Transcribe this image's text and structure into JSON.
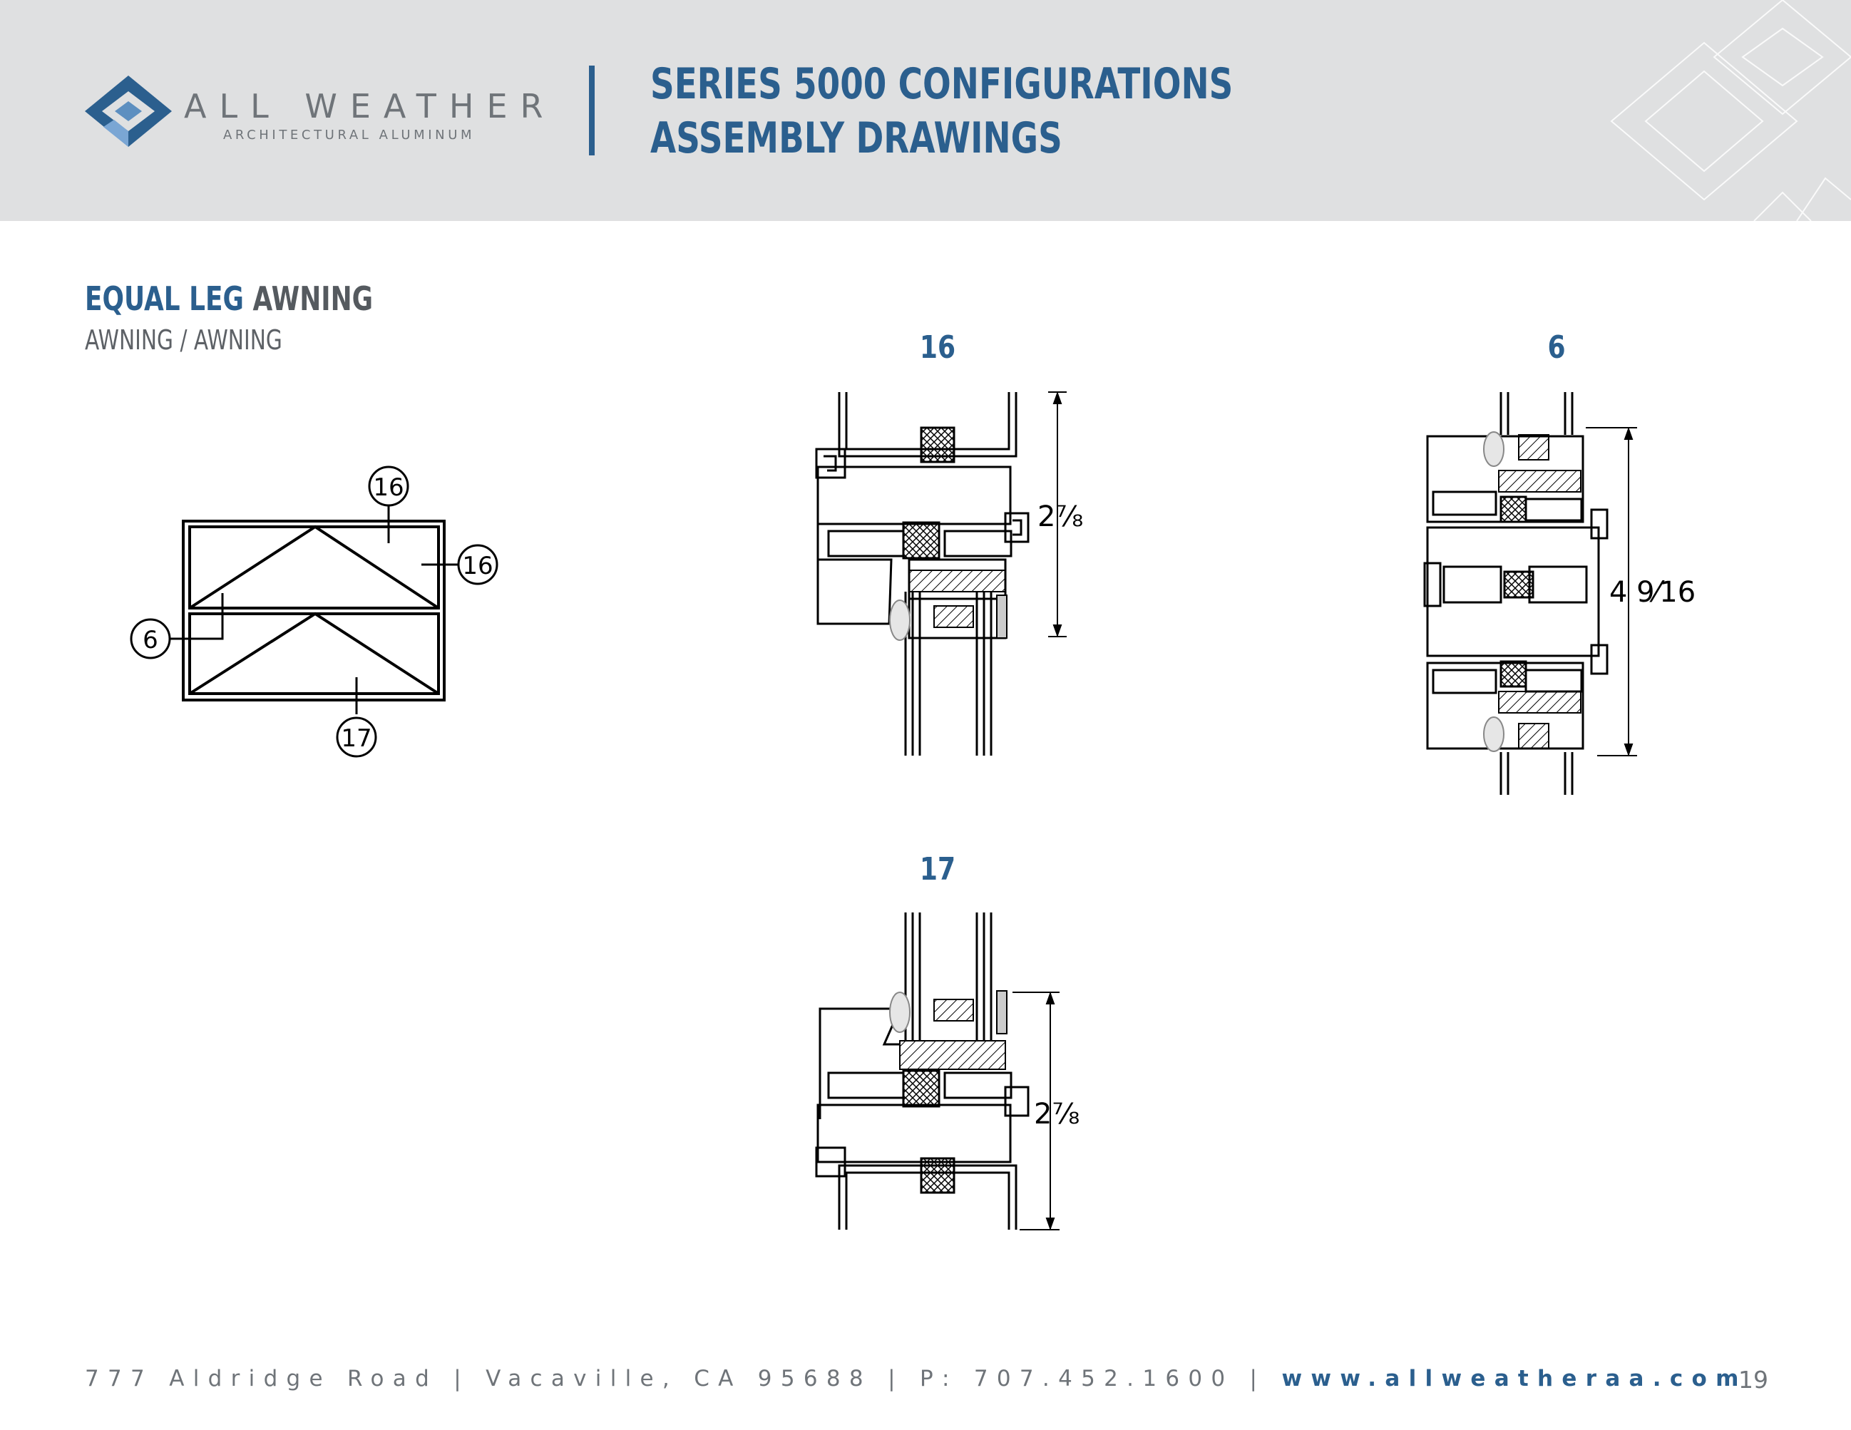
{
  "header": {
    "brand": "ALL WEATHER",
    "brand_sub": "ARCHITECTURAL ALUMINUM",
    "title_line1": "SERIES 5000 CONFIGURATIONS",
    "title_line2": "ASSEMBLY DRAWINGS",
    "accent_color": "#2b5f8e",
    "logo_icon": "diamond-logo-icon"
  },
  "section": {
    "title_primary": "EQUAL LEG",
    "title_secondary": "AWNING",
    "subtitle": "AWNING / AWNING"
  },
  "elevation": {
    "callouts": [
      "16",
      "16",
      "6",
      "17"
    ]
  },
  "details": [
    {
      "label": "16",
      "dimension": "2⅞"
    },
    {
      "label": "6",
      "dimension": "4 9⁄16"
    },
    {
      "label": "17",
      "dimension": "2⅞"
    }
  ],
  "footer": {
    "address": "777 Aldridge Road | Vacaville, CA 95688 | P: 707.452.1600 | ",
    "website": "www.allweatheraa.com",
    "page_number": "19"
  }
}
